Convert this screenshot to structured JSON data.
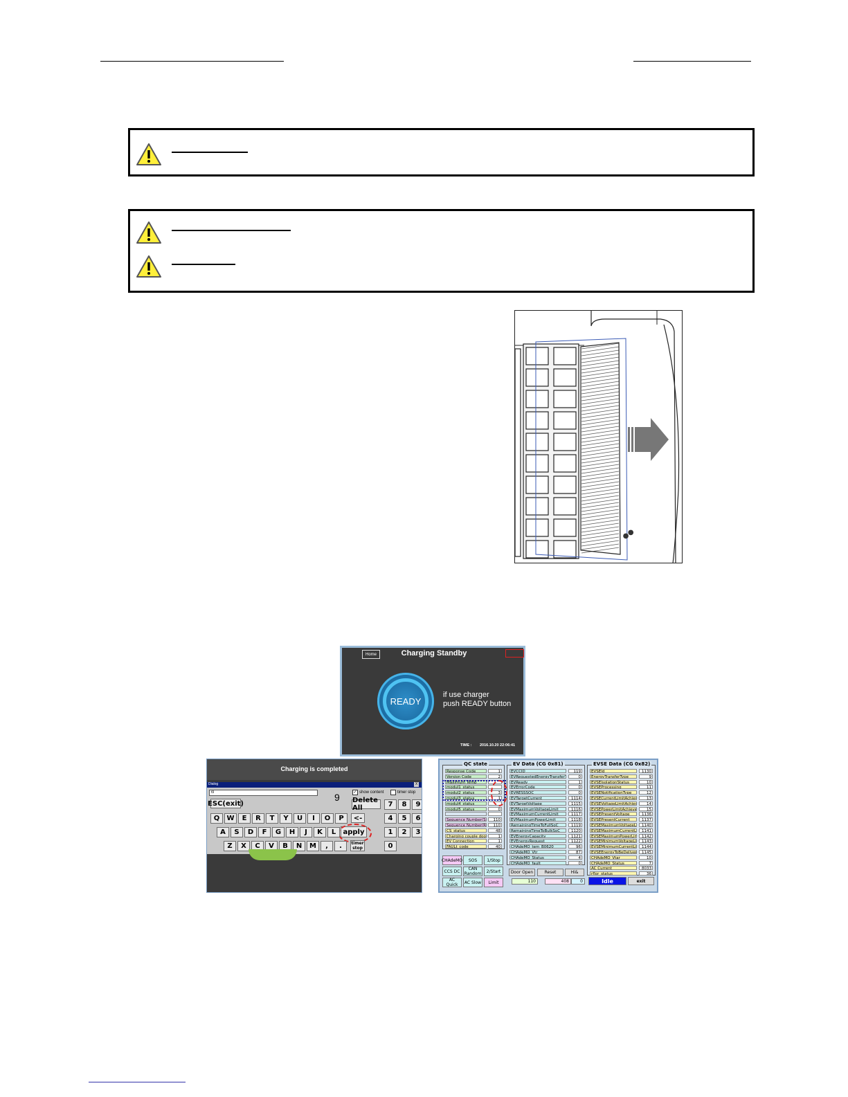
{
  "screen1": {
    "home_button": "Home",
    "title": "Charging Standby",
    "ready_button": "READY",
    "instruction_line1": "if use charger",
    "instruction_line2": "push READY button",
    "time_label": "TIME :",
    "time_value": "2016.10.20 22:06:41"
  },
  "screen2": {
    "title": "Charging is completed",
    "dialog_title": "Dialog",
    "dialog_close": "X",
    "input_value": "t9",
    "digit_display": "9",
    "show_content_label": "show content",
    "timer_stop_label": "timer stop",
    "esc_button": "ESC(exit)",
    "delete_all": "Delete All",
    "apply_button": "apply",
    "backspace": "<-",
    "timer_stop_button": "timer stop",
    "row1": [
      "Q",
      "W",
      "E",
      "R",
      "T",
      "Y",
      "U",
      "I",
      "O",
      "P"
    ],
    "row2": [
      "A",
      "S",
      "D",
      "F",
      "G",
      "H",
      "J",
      "K",
      "L"
    ],
    "row3": [
      "Z",
      "X",
      "C",
      "V",
      "B",
      "N",
      "M",
      ",",
      "."
    ],
    "numpad": [
      "7",
      "8",
      "9",
      "4",
      "5",
      "6",
      "1",
      "2",
      "3",
      "0"
    ]
  },
  "screen3": {
    "qc_title": "QC state",
    "qc_rows": [
      {
        "label": "Response Code",
        "value": "1",
        "color": "#c9f1c9"
      },
      {
        "label": "Version Code",
        "value": "2",
        "color": "#c9f1c9"
      },
      {
        "label": "Maximum Temp",
        "value": "",
        "color": "#c9f1c9"
      },
      {
        "label": "modul1_status",
        "value": "",
        "color": "#c9f1c9"
      },
      {
        "label": "modul2_status",
        "value": "3",
        "color": "#c9f1c9"
      },
      {
        "label": "modul3_status",
        "value": "1",
        "color": "#c9f1c9"
      },
      {
        "label": "modul4_status",
        "value": "",
        "color": "#c9f1c9"
      },
      {
        "label": "modul5_status",
        "value": "0",
        "color": "#c9f1c9"
      },
      {
        "label": "",
        "value": "",
        "color": "#d9e5f0"
      },
      {
        "label": "Sequence Number(S)",
        "value": "110",
        "color": "#f5c9f5"
      },
      {
        "label": "Sequence Number(R)",
        "value": "110",
        "color": "#f5c9f5"
      },
      {
        "label": "CS_status",
        "value": "48",
        "color": "#fff7b0"
      },
      {
        "label": "Charging couple door",
        "value": "1",
        "color": "#fff7b0"
      },
      {
        "label": "EV Connection",
        "value": "1",
        "color": "#fff7b0"
      },
      {
        "label": "FAULt_code",
        "value": "40",
        "color": "#fff7b0"
      }
    ],
    "ev_title": "EV Data (CG 0x81)",
    "ev_rows": [
      {
        "label": "EVCCID",
        "value": "119"
      },
      {
        "label": "EVRequestedEnergyTransferType",
        "value": "0"
      },
      {
        "label": "EVReady",
        "value": "1"
      },
      {
        "label": "EVErrorCode",
        "value": "0"
      },
      {
        "label": "EVRESSSOC",
        "value": "0"
      },
      {
        "label": "EVTargetCurrent",
        "value": "1114"
      },
      {
        "label": "EVTargetVoltage",
        "value": "1115"
      },
      {
        "label": "EVMaximumVoltageLimit",
        "value": "1116"
      },
      {
        "label": "EVMaximumCurrentLimit",
        "value": "1117"
      },
      {
        "label": "EVMaximumPowerLimit",
        "value": "1118"
      },
      {
        "label": "RemainingTimeToFullSoC",
        "value": "1119"
      },
      {
        "label": "RemainingTimeToBulkSoC",
        "value": "1120"
      },
      {
        "label": "EVEnergyCapacity",
        "value": "1121"
      },
      {
        "label": "EVEnergyRequest",
        "value": "1122"
      },
      {
        "label": "CHAdeMO_tem_B0620",
        "value": "96"
      },
      {
        "label": "CHAdeMO_Vtr",
        "value": "87"
      },
      {
        "label": "CHAdeMO_Status",
        "value": "4"
      },
      {
        "label": "CHAdeMO_fault",
        "value": "0"
      }
    ],
    "evse_title": "EVSE Data (CG 0x82)",
    "evse_rows": [
      {
        "label": "EVSEId",
        "value": "1130"
      },
      {
        "label": "EnergyTransferType",
        "value": "9"
      },
      {
        "label": "EVSEIsolationStatus",
        "value": "10"
      },
      {
        "label": "EVSEProcessing",
        "value": "11"
      },
      {
        "label": "EVSENotificationType",
        "value": "12"
      },
      {
        "label": "EVSECurrentLimitAchieved",
        "value": "13"
      },
      {
        "label": "EVSEVoltageLimitAchieved",
        "value": "14"
      },
      {
        "label": "EVSEPowerLimitAchieved",
        "value": "15"
      },
      {
        "label": "EVSEPresentVoltage",
        "value": "1136"
      },
      {
        "label": "EVSEPresentCurrent",
        "value": "1137"
      },
      {
        "label": "EVSEMaximumVoltageLimit",
        "value": "1140"
      },
      {
        "label": "EVSEMaximumCurrentLimit",
        "value": "1141"
      },
      {
        "label": "EVSEMaximumPowerLimit",
        "value": "1142"
      },
      {
        "label": "EVSEMinimumVoltageLimit",
        "value": "1143"
      },
      {
        "label": "EVSEMinimumCurrentLimit",
        "value": "1144"
      },
      {
        "label": "EVSEEnergyToBeDelivered",
        "value": "1145"
      },
      {
        "label": "CHAdeMO_Vtar",
        "value": "10"
      },
      {
        "label": "CHAdeMO_Status",
        "value": "7"
      },
      {
        "label": "AC Current",
        "value": "8033"
      },
      {
        "label": "rflor_status",
        "value": "36"
      }
    ],
    "btns": [
      {
        "label": "CHAdeMO",
        "color": "#f5c9f5"
      },
      {
        "label": "SOS",
        "color": "#c9f1f1"
      },
      {
        "label": "1/Stop",
        "color": "#c9f1f1"
      },
      {
        "label": "CCS DC",
        "color": "#c9f1f1"
      },
      {
        "label": "CAN Random",
        "color": "#c9f1f1"
      },
      {
        "label": "2/Start",
        "color": "#c9f1f1"
      },
      {
        "label": "AC Quick",
        "color": "#c9f1f1"
      },
      {
        "label": "AC Slow",
        "color": "#c9f1f1"
      },
      {
        "label": "Limit",
        "color": "#f5c9f5"
      }
    ],
    "door_open": "Door Open",
    "reset": "Reset",
    "hi_btn": "Hi&",
    "bottom_values": [
      "110",
      "408",
      "0"
    ],
    "idle": "Idle",
    "exit": "exit"
  }
}
